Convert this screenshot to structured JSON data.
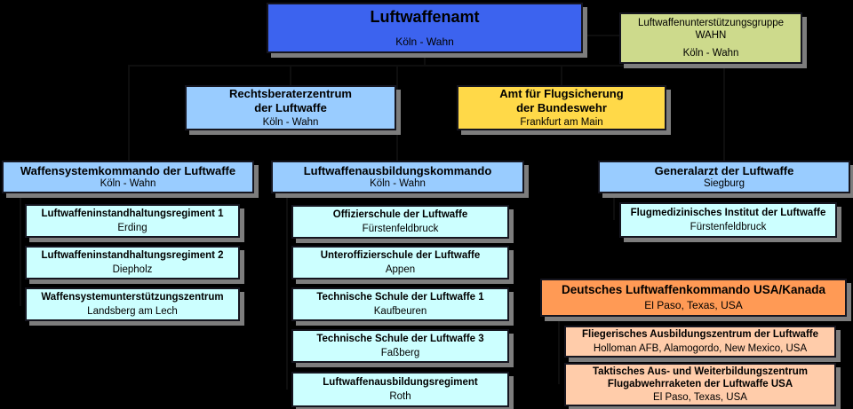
{
  "diagram": {
    "background": "#000000",
    "palette": {
      "royal_blue": "#3c63ef",
      "yellow_green": "#cdda8c",
      "light_blue": "#99ccff",
      "yellow": "#ffd948",
      "cyan": "#ccffff",
      "orange": "#ff9a55",
      "peach": "#ffccaa",
      "box_border": "#15151f",
      "box_shadow": "#7d7d7d",
      "text": "#000000"
    },
    "boxes": {
      "luftwaffenamt": {
        "title": "Luftwaffenamt",
        "location": "Köln - Wahn"
      },
      "wahn_gruppe": {
        "title": "Luftwaffenunterstützungsgruppe\nWAHN",
        "location": "Köln - Wahn"
      },
      "rechtsberaterzentrum": {
        "title": "Rechtsberaterzentrum\nder Luftwaffe",
        "location": "Köln - Wahn"
      },
      "amt_flugsicherung": {
        "title": "Amt für Flugsicherung\nder Bundeswehr",
        "location": "Frankfurt am Main"
      },
      "waffensystemkommando": {
        "title": "Waffensystemkommando der Luftwaffe",
        "location": "Köln - Wahn"
      },
      "ausbildungskommando": {
        "title": "Luftwaffenausbildungskommando",
        "location": "Köln - Wahn"
      },
      "generalarzt": {
        "title": "Generalarzt der Luftwaffe",
        "location": "Siegburg"
      },
      "instandhaltungsregiment_1": {
        "title": "Luftwaffeninstandhaltungsregiment 1",
        "location": "Erding"
      },
      "instandhaltungsregiment_2": {
        "title": "Luftwaffeninstandhaltungsregiment 2",
        "location": "Diepholz"
      },
      "waffensystemunterstuetzungszentrum": {
        "title": "Waffensystemunterstützungszentrum",
        "location": "Landsberg am Lech"
      },
      "offizierschule": {
        "title": "Offizierschule der Luftwaffe",
        "location": "Fürstenfeldbruck"
      },
      "unteroffizierschule": {
        "title": "Unteroffizierschule der Luftwaffe",
        "location": "Appen"
      },
      "technische_schule_1": {
        "title": "Technische Schule der Luftwaffe 1",
        "location": "Kaufbeuren"
      },
      "technische_schule_3": {
        "title": "Technische Schule der Luftwaffe 3",
        "location": "Faßberg"
      },
      "ausbildungsregiment": {
        "title": "Luftwaffenausbildungsregiment",
        "location": "Roth"
      },
      "flugmedizinisches_institut": {
        "title": "Flugmedizinisches Institut der Luftwaffe",
        "location": "Fürstenfeldbruck"
      },
      "kommando_usa_kanada": {
        "title": "Deutsches Luftwaffenkommando USA/Kanada",
        "location": "El Paso, Texas, USA"
      },
      "fliegerisches_ausbildungszentrum": {
        "title": "Fliegerisches Ausbildungszentrum der Luftwaffe",
        "location": "Holloman AFB, Alamogordo, New Mexico, USA"
      },
      "taktisches_zentrum": {
        "title": "Taktisches Aus- und Weiterbildungszentrum\nFlugabwehrraketen der Luftwaffe USA",
        "location": "El Paso, Texas, USA"
      }
    }
  }
}
